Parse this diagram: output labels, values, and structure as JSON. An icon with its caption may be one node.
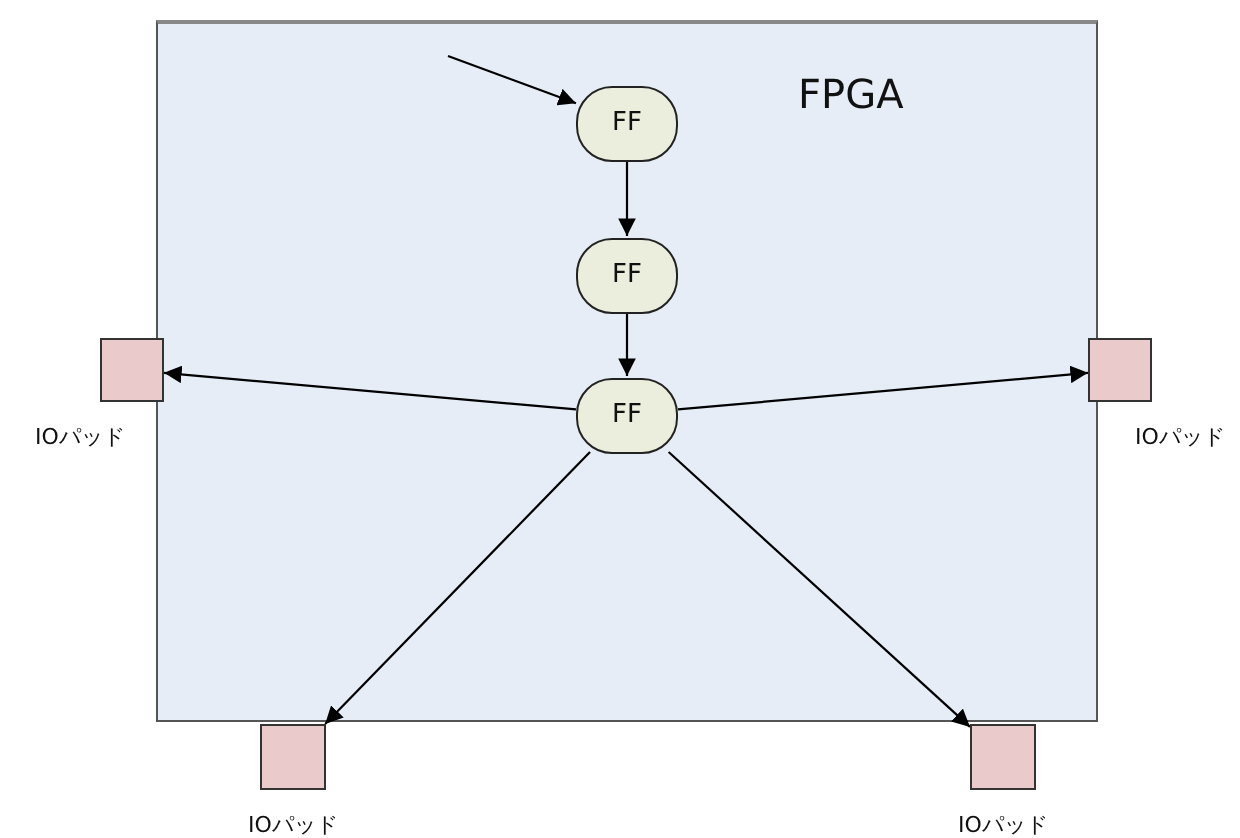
{
  "diagram": {
    "nodes": [
      {
        "text": [
          "FPGA"
        ]
      },
      {
        "text": [
          "FF"
        ],
        "in": 0
      },
      {
        "text": [
          "FF"
        ],
        "in": 0
      },
      {
        "text": [
          "FF"
        ],
        "in": 0
      },
      {
        "text": [],
        "shape": "box",
        "beside": [
          "IOパッド"
        ]
      },
      {
        "text": [],
        "shape": "box",
        "beside": [
          "IOパッド"
        ]
      },
      {
        "text": [],
        "shape": "box",
        "beside": [
          "IOパッド"
        ]
      },
      {
        "text": [],
        "shape": "box",
        "beside": [
          "IOパッド"
        ]
      }
    ],
    "edges": [
      {
        "from": null,
        "to": 1,
        "arrow": "to"
      },
      {
        "from": 1,
        "to": 2,
        "arrow": "to"
      },
      {
        "from": 2,
        "to": 3,
        "arrow": "to"
      },
      {
        "from": 3,
        "to": 4,
        "arrow": "to"
      },
      {
        "from": 3,
        "to": 5,
        "arrow": "to"
      },
      {
        "from": 3,
        "to": 6,
        "arrow": "to"
      },
      {
        "from": 3,
        "to": 7,
        "arrow": "to"
      }
    ]
  }
}
